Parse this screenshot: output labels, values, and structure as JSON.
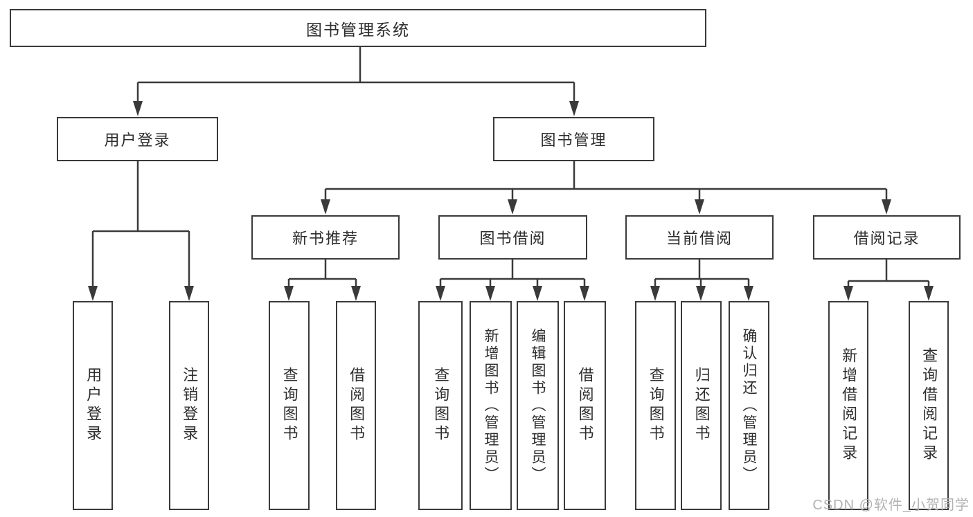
{
  "tree": {
    "label": "图书管理系统",
    "children": [
      {
        "label": "用户登录",
        "children": [
          {
            "label": "用户登录"
          },
          {
            "label": "注销登录"
          }
        ]
      },
      {
        "label": "图书管理",
        "children": [
          {
            "label": "新书推荐",
            "children": [
              {
                "label": "查询图书"
              },
              {
                "label": "借阅图书"
              }
            ]
          },
          {
            "label": "图书借阅",
            "children": [
              {
                "label": "查询图书"
              },
              {
                "label": "新增图书（管理员）"
              },
              {
                "label": "编辑图书（管理员）"
              },
              {
                "label": "借阅图书"
              }
            ]
          },
          {
            "label": "当前借阅",
            "children": [
              {
                "label": "查询图书"
              },
              {
                "label": "归还图书"
              },
              {
                "label": "确认归还（管理员）"
              }
            ]
          },
          {
            "label": "借阅记录",
            "children": [
              {
                "label": "新增借阅记录"
              },
              {
                "label": "查询借阅记录"
              }
            ]
          }
        ]
      }
    ]
  },
  "watermark": {
    "text": "CSDN @软件_小贺同学",
    "color": "#b3b1b1"
  },
  "colors": {
    "line": "#3a3a3a",
    "text": "#2d2d2d",
    "background": "#ffffff"
  }
}
